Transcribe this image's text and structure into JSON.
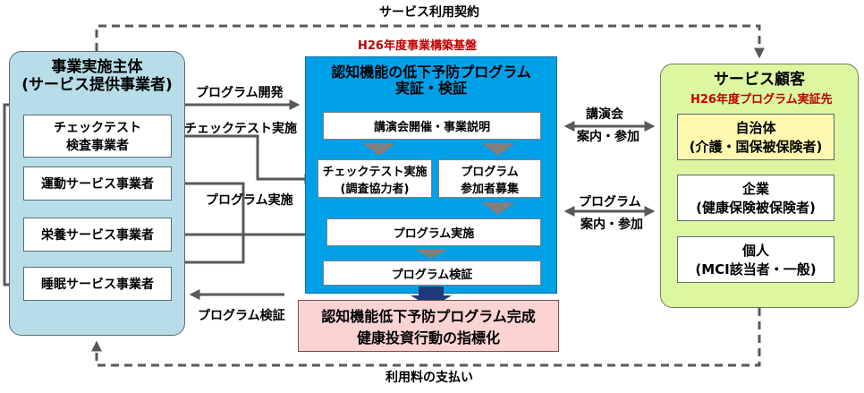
{
  "top_label": "サービス利用契約",
  "bottom_label": "利用料の支払い",
  "provider": {
    "title_line1": "事業実施主体",
    "title_line2": "(サービス提供事業者)",
    "items": [
      {
        "line1": "チェックテスト",
        "line2": "検査事業者"
      },
      {
        "line1": "運動サービス事業者"
      },
      {
        "line1": "栄養サービス事業者"
      },
      {
        "line1": "睡眠サービス事業者"
      }
    ]
  },
  "flows": {
    "program_dev": "プログラム開発",
    "checktest_impl": "チェックテスト実施",
    "program_impl": "プログラム実施",
    "program_verify": "プログラム検証"
  },
  "center": {
    "header": "H26年度事業構築基盤",
    "title_line1": "認知機能の低下予防プログラム",
    "title_line2": "実証・検証",
    "steps": {
      "seminar": "講演会開催・事業説明",
      "checktest_line1": "チェックテスト実施",
      "checktest_line2": "(調査協力者)",
      "recruit_line1": "プログラム",
      "recruit_line2": "参加者募集",
      "program_impl": "プログラム実施",
      "program_verify": "プログラム検証"
    }
  },
  "result": {
    "line1": "認知機能低下予防プログラム完成",
    "line2": "健康投資行動の指標化"
  },
  "links": {
    "seminar_line1": "講演会",
    "seminar_line2": "案内・参加",
    "program_line1": "プログラム",
    "program_line2": "案内・参加"
  },
  "customer": {
    "title": "サービス顧客",
    "subheader": "H26年度プログラム実証先",
    "items": [
      {
        "line1": "自治体",
        "line2": "(介護・国保被保険者)"
      },
      {
        "line1": "企業",
        "line2": "(健康保険被保険者)"
      },
      {
        "line1": "個人",
        "line2": "(MCI該当者・一般)"
      }
    ]
  },
  "colors": {
    "provider_bg": "#b7dde8",
    "center_bg": "#00a0e9",
    "customer_bg": "#ddf6a0",
    "highlight_bg": "#fff8b0",
    "result_bg": "#fbd3d3",
    "accent_red": "#c00000",
    "arrow_gray": "#595959",
    "inner_arrow": "#7f7f7f",
    "down_arrow": "#1f3a7a"
  }
}
